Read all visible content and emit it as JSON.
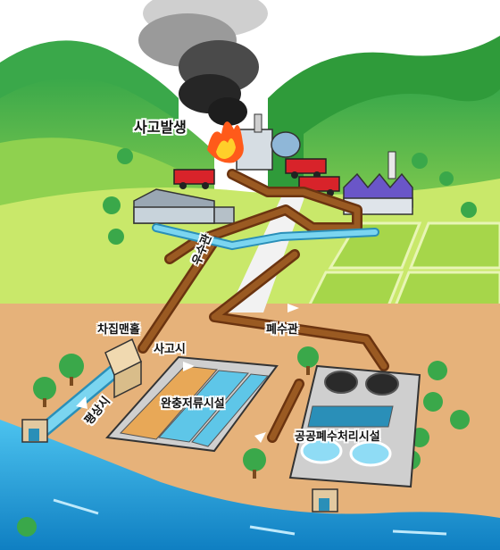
{
  "labels": {
    "accident": "사고발생",
    "rain_pipe": "우수관",
    "wastewater_pipe": "폐수관",
    "interceptor_manhole": "차집맨홀",
    "on_accident": "사고시",
    "normal_time": "평상시",
    "buffer_storage": "완충저류시설",
    "public_treatment": "공공폐수처리시설"
  },
  "colors": {
    "sky": "#ffffff",
    "mountain_dark": "#2f9b3a",
    "mountain_light": "#8fd14f",
    "grass": "#c9e86a",
    "field": "#a6d64a",
    "soil": "#e6b27a",
    "road": "#f2f2f2",
    "river": "#19a3e0",
    "pipe_brown": "#8a4a18",
    "pipe_blue": "#5ec6e8",
    "smoke": "#2a2a2a",
    "fire": "#ff5a1a",
    "firetruck": "#d8232a",
    "factory_purple": "#6a56c8"
  }
}
